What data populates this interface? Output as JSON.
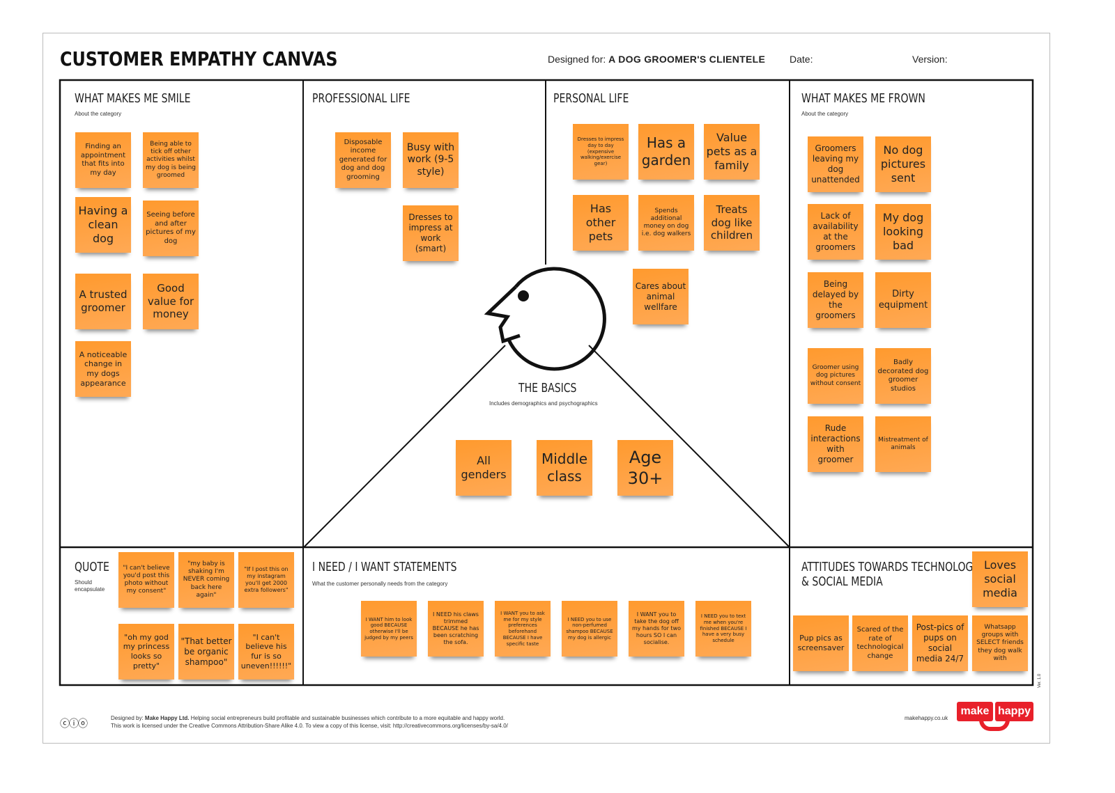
{
  "header": {
    "title": "CUSTOMER EMPATHY CANVAS",
    "designed_for_label": "Designed for:",
    "designed_for": "A DOG GROOMER'S CLIENTELE",
    "date_label": "Date:",
    "version_label": "Version:"
  },
  "sections": {
    "smile": {
      "title": "WHAT MAKES ME SMILE",
      "sub": "About the category",
      "notes": [
        "Finding an appointment that fits into my day",
        "Being able to tick off other activities whilst my dog is being groomed",
        "Having a clean dog",
        "Seeing before and after pictures of my dog",
        "A trusted groomer",
        "Good value for money",
        "A noticeable change in my dogs appearance"
      ]
    },
    "professional": {
      "title": "PROFESSIONAL LIFE",
      "notes": [
        "Disposable income generated for dog and dog grooming",
        "Busy with work (9-5 style)",
        "Dresses to impress at work (smart)"
      ]
    },
    "personal": {
      "title": "PERSONAL LIFE",
      "notes": [
        "Dresses to impress day to day (expensive walking/exercise gear)",
        "Has a garden",
        "Value pets as a family",
        "Has other pets",
        "Spends additional money on dog i.e. dog walkers",
        "Treats dog like children",
        "Cares about animal wellfare"
      ]
    },
    "frown": {
      "title": "WHAT MAKES ME FROWN",
      "sub": "About the category",
      "notes": [
        "Groomers leaving my dog unattended",
        "No dog pictures sent",
        "Lack of availability at the groomers",
        "My dog looking bad",
        "Being delayed by the groomers",
        "Dirty equipment",
        "Groomer using dog pictures without consent",
        "Badly decorated dog groomer studios",
        "Rude interactions with groomer",
        "Mistreatment of animals"
      ]
    },
    "basics": {
      "title": "THE BASICS",
      "sub": "Includes demographics and psychographics",
      "notes": [
        "All genders",
        "Middle class",
        "Age 30+"
      ]
    },
    "quote": {
      "title": "QUOTE",
      "sub": "Should encapsulate",
      "notes": [
        "\"I can't believe you'd post this photo without my consent\"",
        "\"my baby is shaking I'm NEVER coming back here again\"",
        "\"If I post this on my instagram you'll get 2000 extra followers\"",
        "\"oh my god my princess looks so pretty\"",
        "\"That better be organic shampoo\"",
        "\"I can't believe his fur is so uneven!!!!!!\""
      ]
    },
    "need": {
      "title": "I NEED / I WANT STATEMENTS",
      "sub": "What the customer personally needs from the category",
      "notes": [
        "I WANT him to look good BECAUSE otherwise I'll be judged by my peers",
        "I NEED his claws trimmed BECAUSE he has been scratching the sofa.",
        "I WANT you to ask me for my style preferences beforehand BECAUSE I have specific taste",
        "I NEED you to use non-perfumed shampoo BECAUSE my dog is allergic",
        "I WANT you to take the dog off my hands for two hours SO I can socialise.",
        "I NEED you to text me when you're finished BECAUSE I have a very busy schedule"
      ]
    },
    "tech": {
      "title": "ATTITUDES TOWARDS TECHNOLOGY",
      "title2": "& SOCIAL MEDIA",
      "notes": [
        "Loves social media",
        "Pup pics as screensaver",
        "Scared of the rate of technological change",
        "Post-pics of pups on social media 24/7",
        "Whatsapp groups with SELECT friends they dog walk with"
      ]
    }
  },
  "footer": {
    "line1_prefix": "Designed by: ",
    "line1_brand": "Make Happy Ltd.",
    "line1_rest": " Helping social entrepreneurs build profitable and sustainable businesses which contribute to a more equitable and happy world.",
    "line2": "This work is licensed under the Creative Commons Attribution-Share Alike 4.0. To view a copy of this license, visit: http://creativecommons.org/licenses/by-sa/4.0/",
    "site": "makehappy.co.uk",
    "logo_text1": "make",
    "logo_text2": "happy",
    "version": "Ver. 1.0",
    "cc": "ⓒⓘⓞ"
  },
  "colors": {
    "sticky": "#ff9a2e",
    "logo": "#e8202a"
  }
}
